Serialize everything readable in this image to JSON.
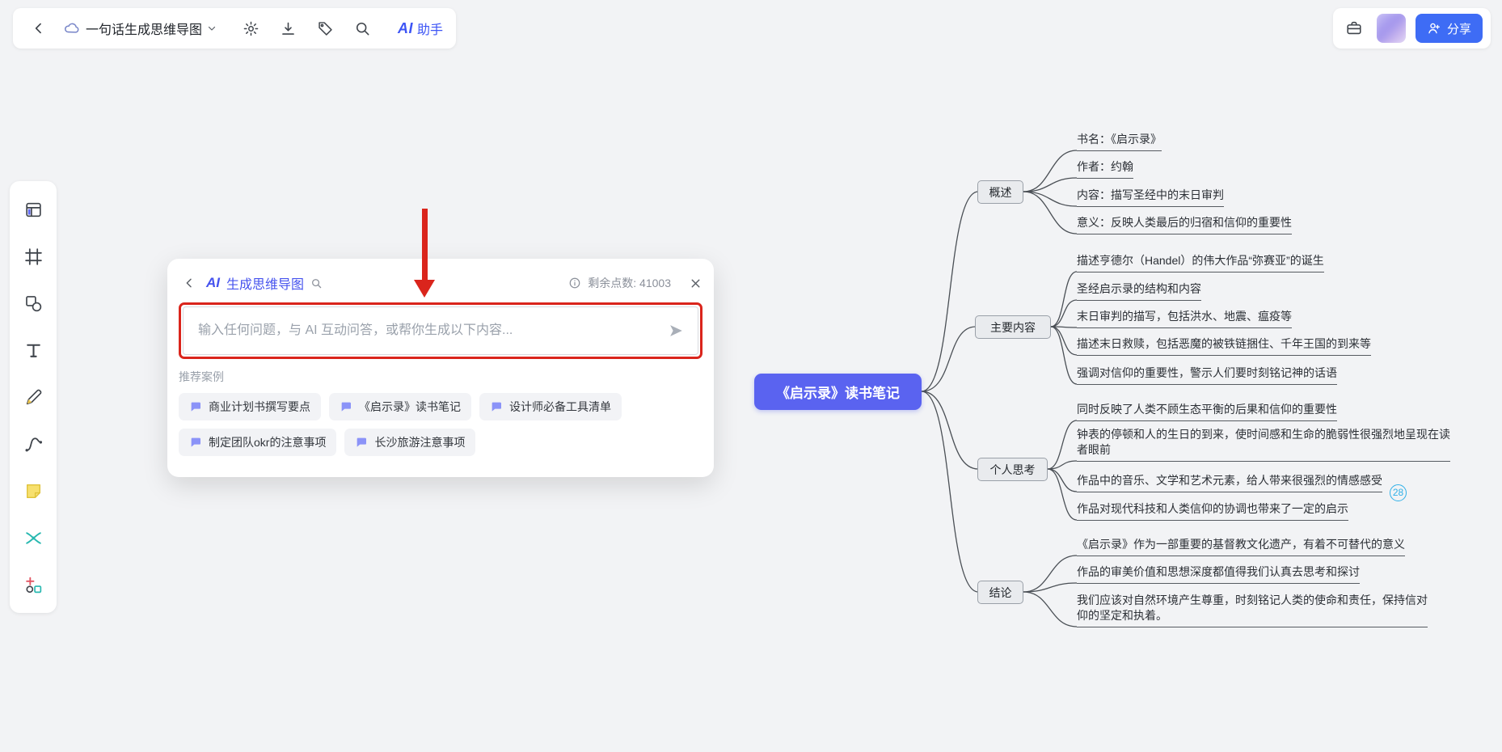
{
  "topbar": {
    "doc_title": "一句话生成思维导图",
    "ai_logo": "AI",
    "ai_label": "助手",
    "share_label": "分享"
  },
  "dialog": {
    "title_ai": "AI",
    "title_rest": "生成思维导图",
    "points_label": "剩余点数: 41003",
    "input_placeholder": "输入任何问题，与 AI 互动问答，或帮你生成以下内容...",
    "examples_title": "推荐案例",
    "examples": [
      "商业计划书撰写要点",
      "《启示录》读书笔记",
      "设计师必备工具清单",
      "制定团队okr的注意事项",
      "长沙旅游注意事项"
    ]
  },
  "mindmap": {
    "root_label": "《启示录》读书笔记",
    "badge_count": "28",
    "branches": [
      {
        "label": "概述",
        "children": [
          "书名：《启示录》",
          "作者：约翰",
          "内容：描写圣经中的末日审判",
          "意义：反映人类最后的归宿和信仰的重要性"
        ]
      },
      {
        "label": "主要内容",
        "children": [
          "描述亨德尔（Handel）的伟大作品“弥赛亚”的诞生",
          "圣经启示录的结构和内容",
          "末日审判的描写，包括洪水、地震、瘟疫等",
          "描述末日救赎，包括恶魔的被铁链捆住、千年王国的到来等",
          "强调对信仰的重要性，警示人们要时刻铭记神的话语"
        ]
      },
      {
        "label": "个人思考",
        "children": [
          "同时反映了人类不顾生态平衡的后果和信仰的重要性",
          "钟表的停顿和人的生日的到来，使时间感和生命的脆弱性很强烈地呈现在读者眼前",
          "作品中的音乐、文学和艺术元素，给人带来很强烈的情感感受",
          "作品对现代科技和人类信仰的协调也带来了一定的启示"
        ]
      },
      {
        "label": "结论",
        "children": [
          "《启示录》作为一部重要的基督教文化遗产，有着不可替代的意义",
          "作品的审美价值和思想深度都值得我们认真去思考和探讨",
          "我们应该对自然环境产生尊重，时刻铭记人类的使命和责任，保持信对仰的坚定和执着。"
        ]
      }
    ]
  },
  "colors": {
    "accent_blue": "#4653ee",
    "share_blue": "#3e6cf5",
    "root_node": "#5a63f0",
    "annotation_red": "#da251c",
    "badge_teal": "#2fb0e8",
    "canvas_bg": "#f2f3f5"
  }
}
